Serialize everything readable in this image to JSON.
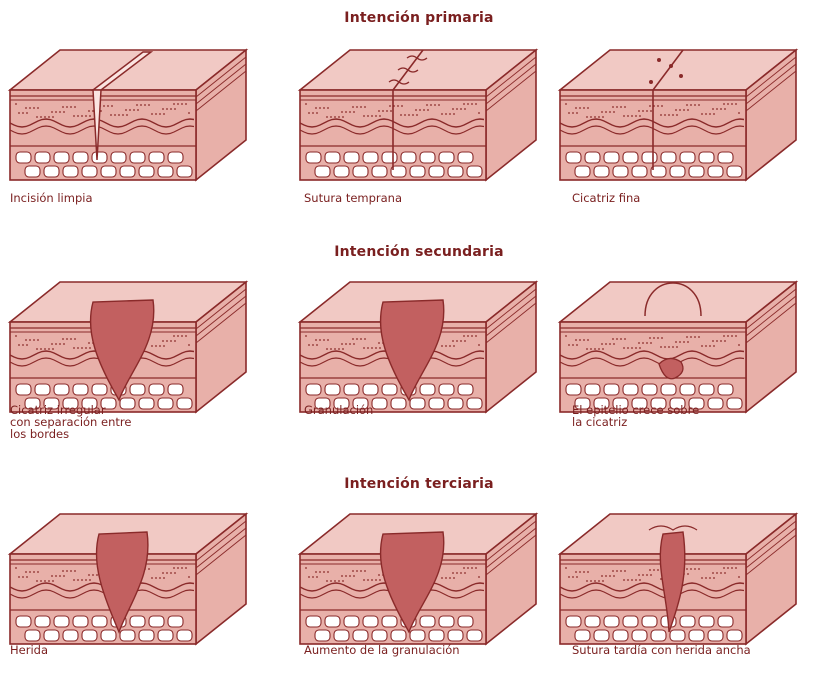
{
  "colors": {
    "ink": "#8a2a2a",
    "skin_top": "#f1c9c4",
    "skin_side": "#e8b0a9",
    "wound": "#c26060",
    "fat": "#f3d4cf",
    "bone": "#ffffff"
  },
  "sections": [
    {
      "title": "Intención primaria",
      "panels": [
        {
          "caption": "Incisión limpia",
          "kind": "clean-incision"
        },
        {
          "caption": "Sutura temprana",
          "kind": "early-suture"
        },
        {
          "caption": "Cicatriz fina",
          "kind": "fine-scar"
        }
      ]
    },
    {
      "title": "Intención secundaria",
      "panels": [
        {
          "caption": "Cicatriz irregular\ncon separación entre\nlos bordes",
          "kind": "irregular-scar"
        },
        {
          "caption": "Granulación",
          "kind": "granulation"
        },
        {
          "caption": "El epitelio crece sobre\nla cicatriz",
          "kind": "epithelium-growth"
        }
      ]
    },
    {
      "title": "Intención terciaria",
      "panels": [
        {
          "caption": "Herida",
          "kind": "wound"
        },
        {
          "caption": "Aumento de la granulación",
          "kind": "increased-granulation"
        },
        {
          "caption": "Sutura tardía con herida ancha",
          "kind": "delayed-suture"
        }
      ]
    }
  ]
}
